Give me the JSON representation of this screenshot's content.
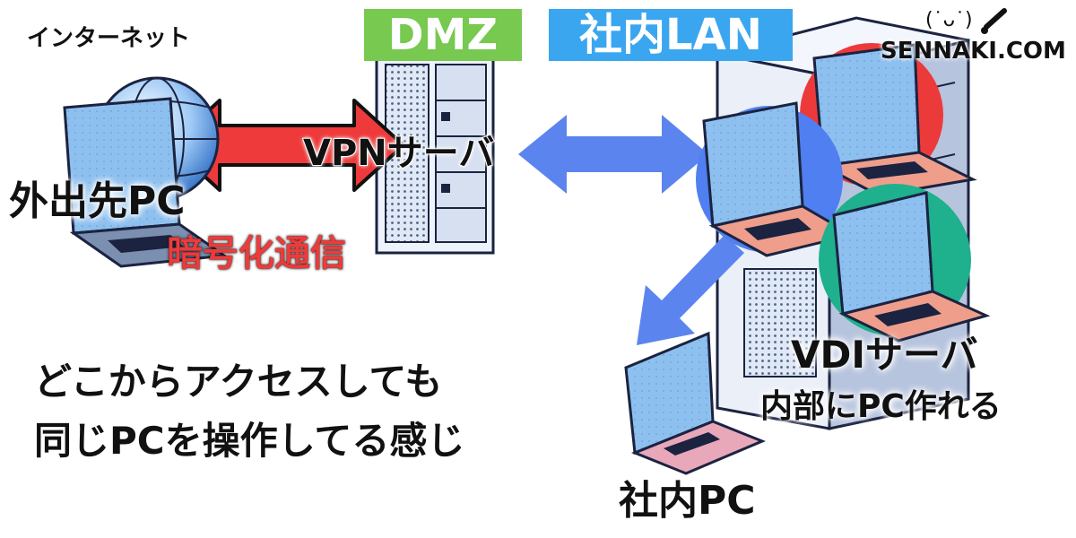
{
  "labels": {
    "internet": "インターネット",
    "dmz": "DMZ",
    "lan": "社内LAN",
    "vpn_server": "VPNサーバ",
    "remote_pc": "外出先PC",
    "encrypted": "暗号化通信",
    "caption_line1": "どこからアクセスしても",
    "caption_line2": "同じPCを操作してる感じ",
    "vdi_server": "VDIサーバ",
    "vdi_desc": "内部にPC作れる",
    "office_pc": "社内PC",
    "site": "SENNAKI.COM",
    "kaomoji": "(˙ᴗ˙)"
  },
  "colors": {
    "dmz": "#77c94f",
    "lan": "#3aa6f0",
    "arrow_red": "#ee3a3a",
    "arrow_blue": "#5b84ee",
    "vm_red": "#ec3a3a",
    "vm_blue": "#4f7ff0",
    "vm_green": "#1fb08e",
    "laptop_screen": "#7fb6ec",
    "laptop_body": "#ef9e8c"
  }
}
